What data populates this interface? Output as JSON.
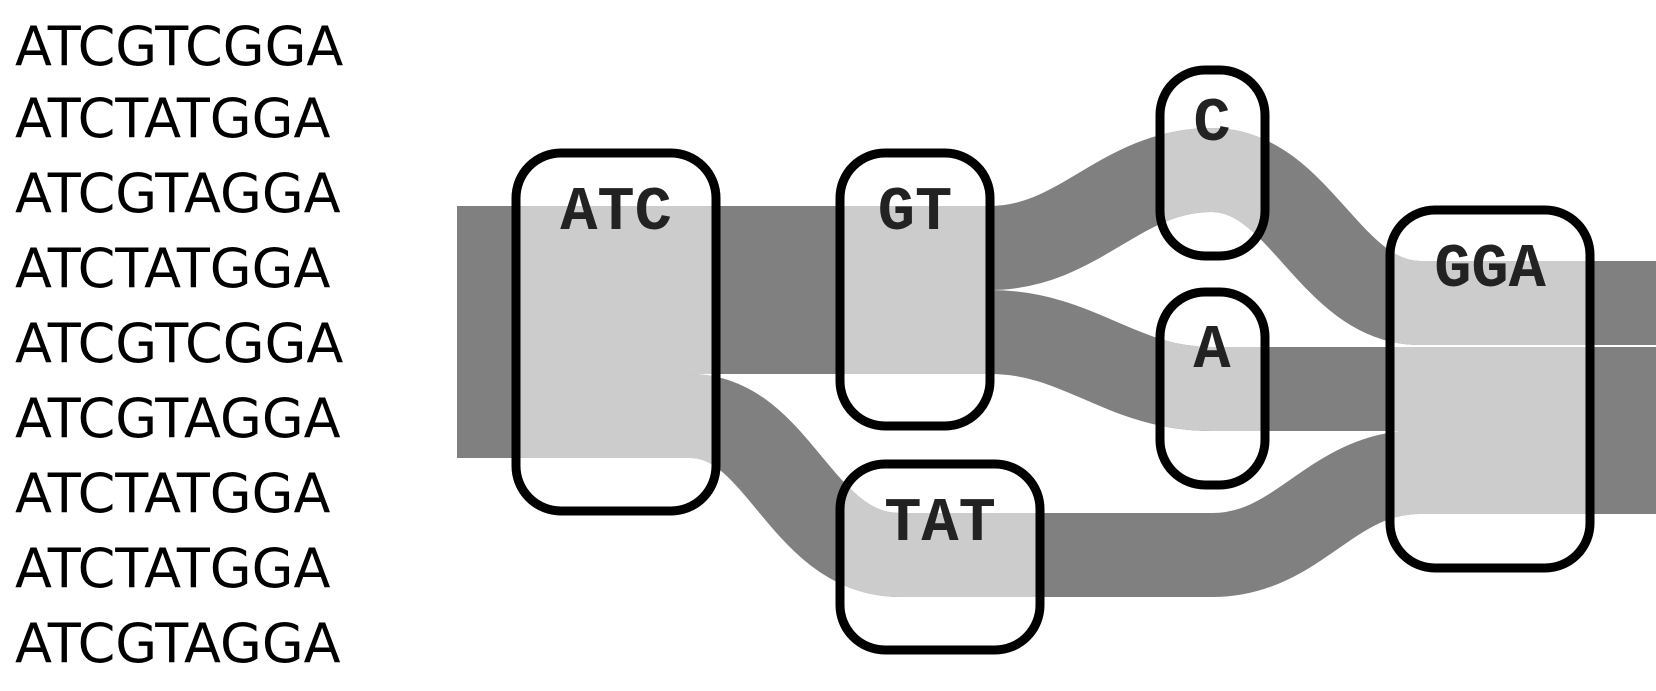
{
  "sequences": [
    "ATCGTCGGA",
    "ATCTATGGA",
    "ATCGTAGGA",
    "ATCTATGGA",
    "ATCGTCGGA",
    "ATCGTAGGA",
    "ATCTATGGA",
    "ATCTATGGA",
    "ATCGTAGGA"
  ],
  "nodes": [
    {
      "id": "n1",
      "label": "ATC"
    },
    {
      "id": "n2",
      "label": "GT"
    },
    {
      "id": "n3",
      "label": "TAT"
    },
    {
      "id": "n4",
      "label": "C"
    },
    {
      "id": "n5",
      "label": "A"
    },
    {
      "id": "n6",
      "label": "GGA"
    }
  ],
  "paths": [
    {
      "id": "path-c",
      "nodes": [
        "ATC",
        "GT",
        "C",
        "GGA"
      ],
      "count": 2
    },
    {
      "id": "path-a",
      "nodes": [
        "ATC",
        "GT",
        "A",
        "GGA"
      ],
      "count": 3
    },
    {
      "id": "path-tat",
      "nodes": [
        "ATC",
        "TAT",
        "GGA"
      ],
      "count": 4
    }
  ],
  "colors": {
    "band_outside": "#808080",
    "band_inside": "#cccccc",
    "node_border": "#000000",
    "background": "#ffffff"
  }
}
